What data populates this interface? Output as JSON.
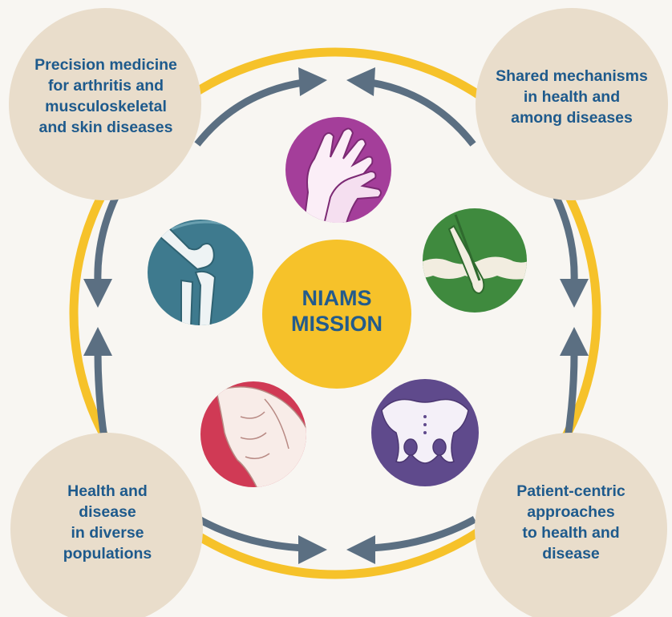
{
  "colors": {
    "background": "#f8f6f2",
    "ring": "#f6c22a",
    "arrows": "#5b6f82",
    "corner_circles": "#e9ddcb",
    "center_circle": "#f6c22a",
    "text": "#1e5a8c",
    "hand_icon": "#a43e9a",
    "skin_icon": "#3f8a3e",
    "knee_icon": "#3e7a8e",
    "muscle_icon": "#d03a55",
    "pelvis_icon": "#5f4a8c"
  },
  "center": {
    "label": "NIAMS\nMISSION"
  },
  "corners": {
    "top_left": "Precision medicine\nfor arthritis and\nmusculoskeletal\nand skin diseases",
    "top_right": "Shared mechanisms\nin health and\namong diseases",
    "bottom_left": "Health and\ndisease\nin diverse\npopulations",
    "bottom_right": "Patient-centric\napproaches\nto health and\ndisease"
  },
  "icons": [
    "hand-joints-icon",
    "skin-hair-follicle-icon",
    "knee-joint-icon",
    "muscle-torso-icon",
    "pelvis-bone-icon"
  ]
}
